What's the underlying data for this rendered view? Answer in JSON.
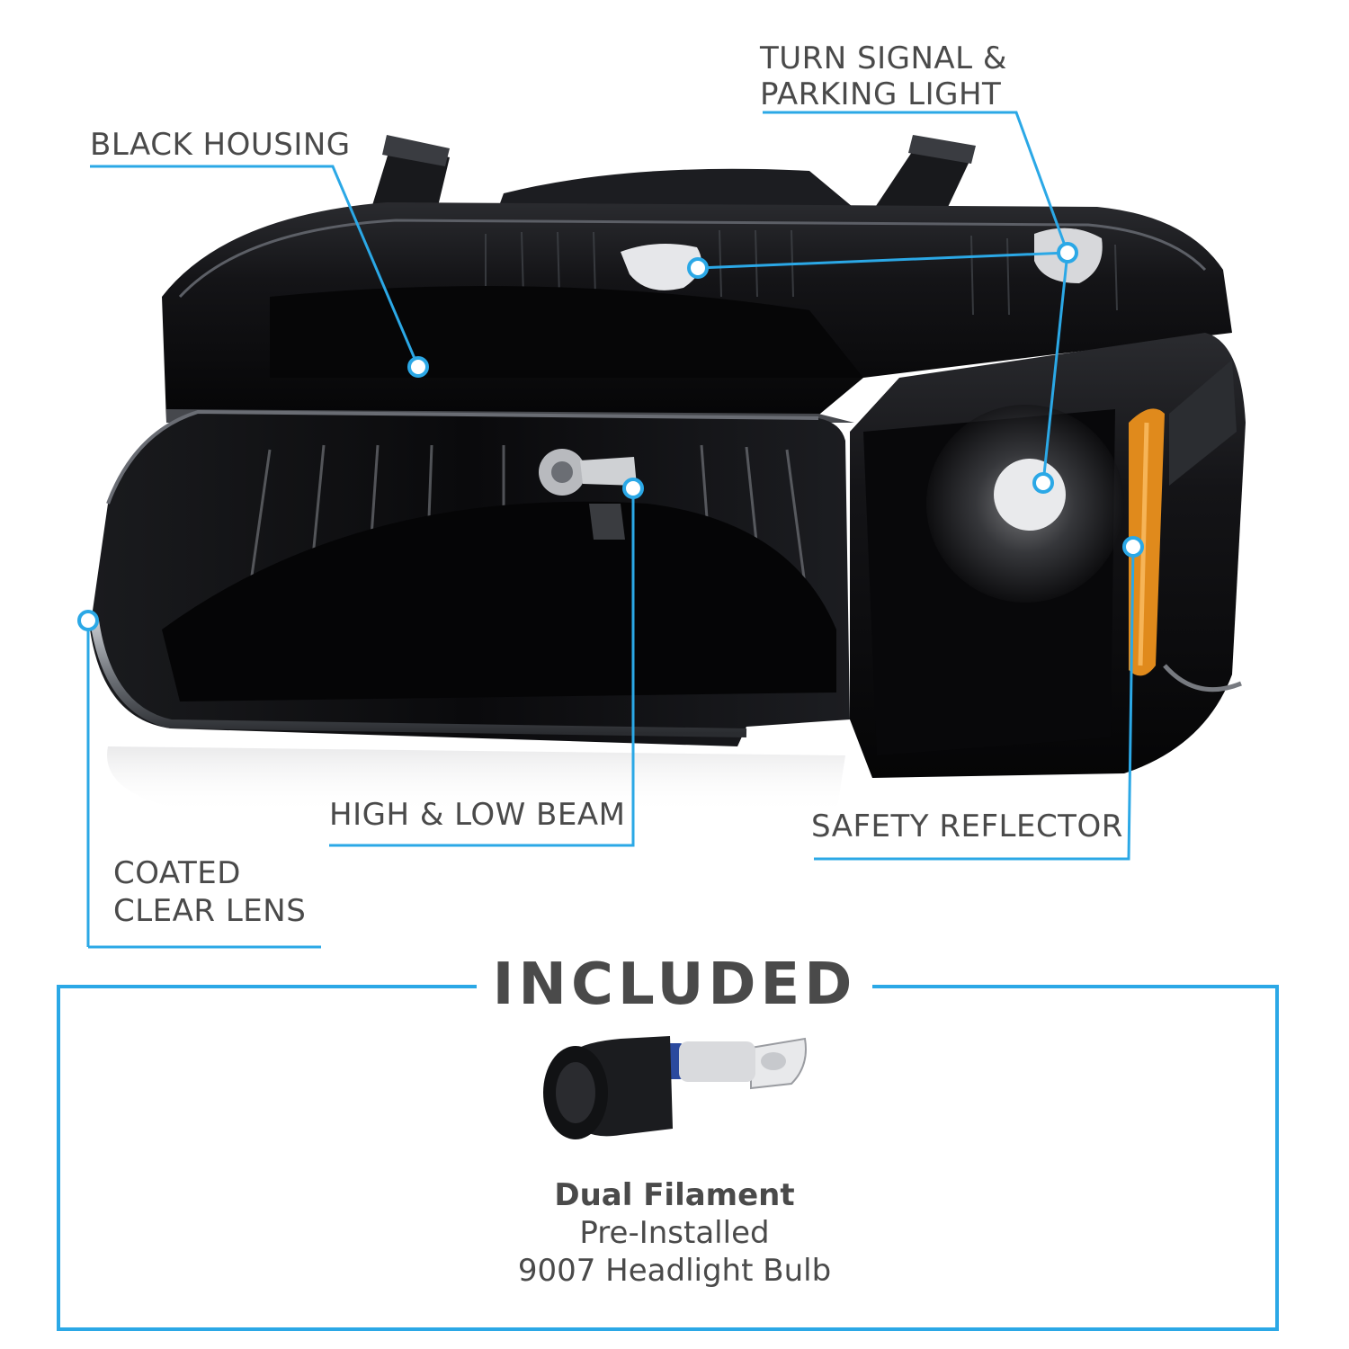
{
  "callouts": {
    "turn_signal_line1": "TURN SIGNAL &",
    "turn_signal_line2": "PARKING LIGHT",
    "black_housing": "BLACK HOUSING",
    "high_low_beam": "HIGH & LOW BEAM",
    "safety_reflector": "SAFETY REFLECTOR",
    "coated_line1": "COATED",
    "coated_line2": "CLEAR LENS"
  },
  "included": {
    "title": "INCLUDED",
    "bulb_name": "Dual Filament",
    "bulb_line1": "Pre-Installed",
    "bulb_line2": "9007 Headlight Bulb"
  },
  "colors": {
    "accent": "#2ba8e6",
    "text": "#4a4a4a",
    "housing": "#0c0c0e",
    "amber": "#e08a1c"
  }
}
